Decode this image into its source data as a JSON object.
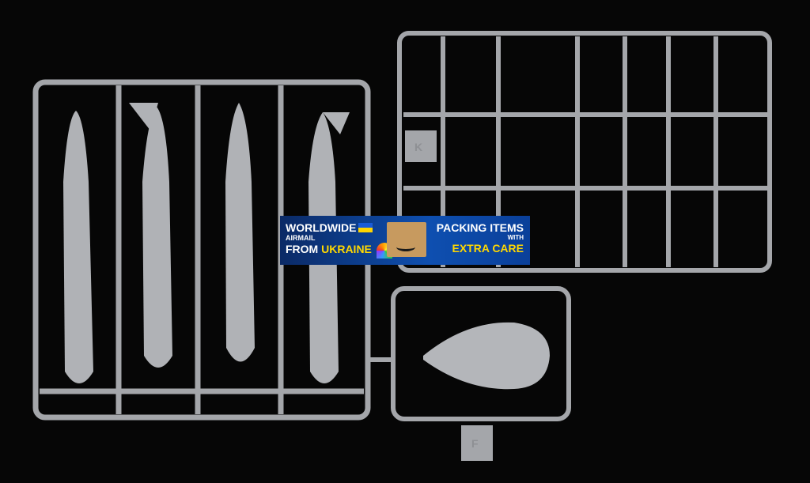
{
  "sprue_tags": {
    "upper_right": "K",
    "lower": "F"
  },
  "banner": {
    "line1": "WORLDWIDE",
    "line2": "AIRMAIL",
    "line3_prefix": "FROM ",
    "line3_highlight": "UKRAINE",
    "right1": "PACKING ITEMS",
    "right2": "WITH",
    "right3": "EXTRA CARE",
    "colors": {
      "background": "#0e4fb0",
      "highlight": "#ffd800"
    }
  }
}
